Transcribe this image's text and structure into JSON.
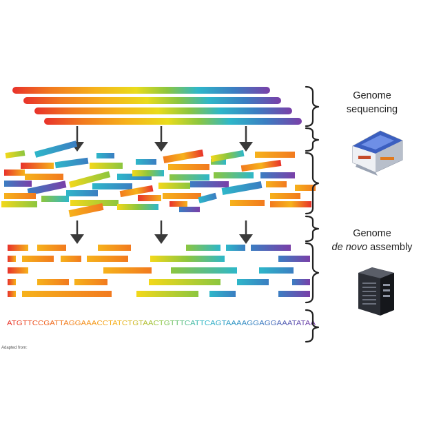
{
  "labels": {
    "genome_sequencing_line1": "Genome",
    "genome_sequencing_line2": "sequencing",
    "assembly_line1": "Genome",
    "assembly_italic": "de novo",
    "assembly_rest": " assembly",
    "credit": "Adapted from:"
  },
  "sequence": "ATGTTCCGATTAGGAAACCTATCTGTAACTGTTTCATTCAGTAAAAGGAGGAAATATAA",
  "icons": {
    "sequencer": "dna-sequencer-machine-icon",
    "server": "computer-server-tower-icon"
  },
  "colors": {
    "spectrum": [
      "#e8322b",
      "#f27a1f",
      "#f6b21b",
      "#f3d81a",
      "#8cc63f",
      "#2eb7c9",
      "#3b7ec2",
      "#7a3fa8"
    ],
    "arrow": "#3a3a3a",
    "bracket": "#222222"
  }
}
